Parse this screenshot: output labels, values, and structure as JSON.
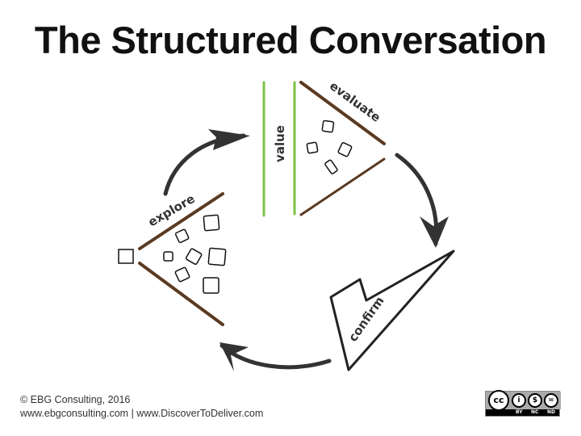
{
  "title": "The Structured Conversation",
  "diagram": {
    "labels": {
      "value": "value",
      "evaluate": "evaluate",
      "explore": "explore",
      "confirm": "confirm"
    },
    "colors": {
      "green": "#7dc242",
      "brown": "#5a3a22",
      "arrow": "#333333"
    }
  },
  "footer": {
    "copyright": "© EBG Consulting, 2016",
    "links": "www.ebgconsulting.com | www.DiscoverToDeliver.com"
  },
  "license": {
    "badge": "cc",
    "by": "BY",
    "nc": "NC",
    "nd": "ND"
  }
}
